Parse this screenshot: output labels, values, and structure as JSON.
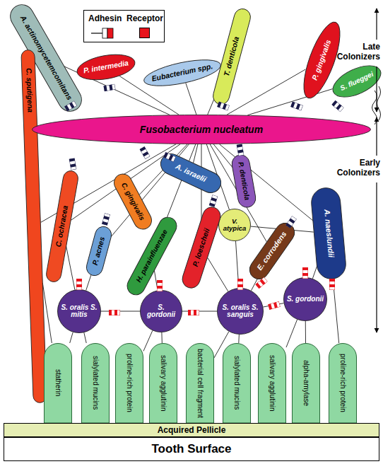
{
  "diagram": {
    "nodes": [
      {
        "text": [
          "A. actinomycetemcomitans"
        ]
      },
      {
        "text": [
          "C. sputigena"
        ]
      },
      {
        "text": [
          "P. intermedia"
        ]
      },
      {
        "text": [
          "Eubacterium spp."
        ]
      },
      {
        "text": [
          "T. denticola"
        ]
      },
      {
        "text": [
          "P. gingivalis"
        ]
      },
      {
        "text": [
          "S. flueggei"
        ]
      },
      {
        "text": [
          "Fusobacterium nucleatum"
        ]
      },
      {
        "text": [
          "C. gingivalis"
        ]
      },
      {
        "text": [
          "A. israelii"
        ]
      },
      {
        "text": [
          "P. denticola"
        ]
      },
      {
        "text": [
          "C. ochracea"
        ]
      },
      {
        "text": [
          "V. atypica"
        ]
      },
      {
        "text": [
          "A. naeslundii"
        ]
      },
      {
        "text": [
          "P. loescheii"
        ]
      },
      {
        "text": [
          "E. corrodens"
        ]
      },
      {
        "text": [
          "P. acnes"
        ]
      },
      {
        "text": [
          "H. parainfluenzae"
        ]
      },
      {
        "text": [
          "S. oralis S. mitis"
        ]
      },
      {
        "text": [
          "S. gordonii"
        ]
      },
      {
        "text": [
          "S. oralis S. sanguis"
        ]
      },
      {
        "text": [
          "S. gordonii"
        ]
      },
      {
        "text": [
          "statherin"
        ]
      },
      {
        "text": [
          "sialylated mucins"
        ]
      },
      {
        "text": [
          "proline-rich protein"
        ]
      },
      {
        "text": [
          "salivary agglutinin"
        ]
      },
      {
        "text": [
          "bacterial cell fragment"
        ]
      },
      {
        "text": [
          "sialylated mucins"
        ]
      },
      {
        "text": [
          "salivary agglutinin"
        ]
      },
      {
        "text": [
          "alpha-amylase"
        ]
      },
      {
        "text": [
          "proline-rich protein"
        ]
      },
      {
        "text": [
          "Acquired Pellicle"
        ]
      },
      {
        "text": [
          "Tooth Surface"
        ]
      }
    ],
    "edges": [
      {
        "from": 0,
        "to": 7,
        "arrow": "none"
      },
      {
        "from": 2,
        "to": 7,
        "arrow": "none"
      },
      {
        "from": 3,
        "to": 7,
        "arrow": "none"
      },
      {
        "from": 4,
        "to": 7,
        "arrow": "none"
      },
      {
        "from": 5,
        "to": 7,
        "arrow": "none"
      },
      {
        "from": 6,
        "to": 7,
        "arrow": "none"
      },
      {
        "from": 1,
        "to": 7,
        "arrow": "none"
      },
      {
        "from": 1,
        "to": 22,
        "arrow": "none"
      },
      {
        "from": 8,
        "to": 7,
        "arrow": "none"
      },
      {
        "from": 9,
        "to": 7,
        "arrow": "none"
      },
      {
        "from": 10,
        "to": 7,
        "arrow": "none"
      },
      {
        "from": 11,
        "to": 7,
        "arrow": "none"
      },
      {
        "from": 12,
        "to": 7,
        "arrow": "none"
      },
      {
        "from": 13,
        "to": 7,
        "arrow": "none"
      },
      {
        "from": 14,
        "to": 7,
        "arrow": "none"
      },
      {
        "from": 15,
        "to": 7,
        "arrow": "none"
      },
      {
        "from": 16,
        "to": 7,
        "arrow": "none"
      },
      {
        "from": 17,
        "to": 7,
        "arrow": "none"
      },
      {
        "from": 11,
        "to": 18,
        "arrow": "none"
      },
      {
        "from": 16,
        "to": 18,
        "arrow": "none"
      },
      {
        "from": 17,
        "to": 19,
        "arrow": "none"
      },
      {
        "from": 14,
        "to": 20,
        "arrow": "none"
      },
      {
        "from": 12,
        "to": 20,
        "arrow": "none"
      },
      {
        "from": 15,
        "to": 20,
        "arrow": "none"
      },
      {
        "from": 13,
        "to": 21,
        "arrow": "none"
      },
      {
        "from": 12,
        "to": 13,
        "arrow": "none"
      },
      {
        "from": 18,
        "to": 19,
        "arrow": "none"
      },
      {
        "from": 19,
        "to": 20,
        "arrow": "none"
      },
      {
        "from": 20,
        "to": 21,
        "arrow": "none"
      },
      {
        "from": 18,
        "to": 22,
        "arrow": "none"
      },
      {
        "from": 18,
        "to": 23,
        "arrow": "none"
      },
      {
        "from": 19,
        "to": 24,
        "arrow": "none"
      },
      {
        "from": 19,
        "to": 25,
        "arrow": "none"
      },
      {
        "from": 20,
        "to": 26,
        "arrow": "none"
      },
      {
        "from": 20,
        "to": 27,
        "arrow": "none"
      },
      {
        "from": 21,
        "to": 28,
        "arrow": "none"
      },
      {
        "from": 21,
        "to": 29,
        "arrow": "none"
      },
      {
        "from": 13,
        "to": 30,
        "arrow": "none"
      }
    ],
    "labels": [
      "Late Colonizers",
      "Early Colonizers"
    ],
    "legend": [
      {
        "text": "Adhesin"
      },
      {
        "text": "Receptor",
        "color": "#e8141c"
      }
    ]
  }
}
